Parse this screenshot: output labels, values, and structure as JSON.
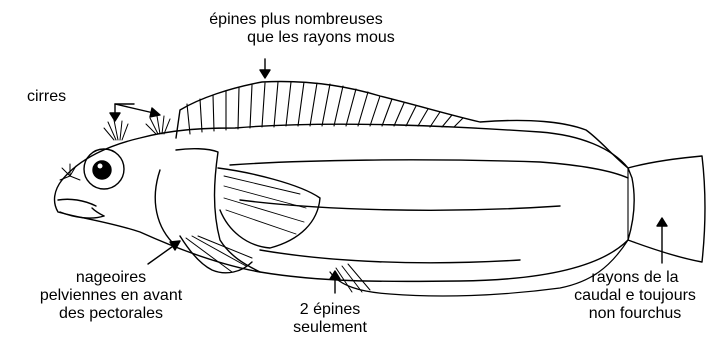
{
  "labels": {
    "spines": {
      "line1": "épines plus nombreuses",
      "line2": "que les rayons mous"
    },
    "cirri": {
      "line1": "cirres"
    },
    "pelvic": {
      "line1": "nageoires",
      "line2": "pelviennes en avant",
      "line3": "des pectorales"
    },
    "two_spines": {
      "line1": "2 épines",
      "line2": "seulement"
    },
    "caudal": {
      "line1": "rayons de la",
      "line2": "caudal e toujours",
      "line3": "non fourchus"
    }
  },
  "colors": {
    "ink": "#000000",
    "background": "#ffffff"
  }
}
